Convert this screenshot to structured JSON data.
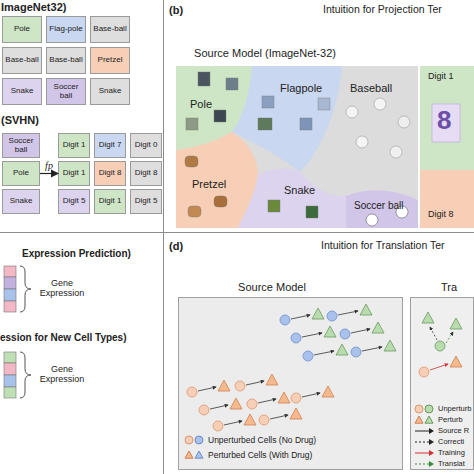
{
  "diagram": {
    "nodes": [
      {
        "text": [
          "ImageNet32)",
          "(SVHN)"
        ]
      },
      {
        "text": [
          "Pole"
        ],
        "in": 0
      },
      {
        "text": [
          "Flag-pole"
        ],
        "in": 0
      },
      {
        "text": [
          "Base-ball"
        ],
        "in": 0
      },
      {
        "text": [
          "Base-ball"
        ],
        "in": 0
      },
      {
        "text": [
          "Base-ball"
        ],
        "in": 0
      },
      {
        "text": [
          "Pretzel"
        ],
        "in": 0
      },
      {
        "text": [
          "Snake"
        ],
        "in": 0
      },
      {
        "text": [
          "Soccer ball"
        ],
        "in": 0
      },
      {
        "text": [
          "Snake"
        ],
        "in": 0
      },
      {
        "text": [
          "Soccer ball"
        ],
        "in": 0
      },
      {
        "text": [
          "Pole"
        ],
        "in": 0
      },
      {
        "text": [
          "Snake"
        ],
        "in": 0
      },
      {
        "text": [
          "Digit 1"
        ],
        "in": 0
      },
      {
        "text": [
          "Digit 7"
        ],
        "in": 0
      },
      {
        "text": [
          "Digit 0"
        ],
        "in": 0
      },
      {
        "text": [
          "Digit 1"
        ],
        "in": 0
      },
      {
        "text": [
          "Digit 8"
        ],
        "in": 0
      },
      {
        "text": [
          "Digit 8"
        ],
        "in": 0
      },
      {
        "text": [
          "Digit 5"
        ],
        "in": 0
      },
      {
        "text": [
          "Digit 1"
        ],
        "in": 0
      },
      {
        "text": [
          "Digit 5"
        ],
        "in": 0
      },
      {
        "text": [
          "(b)",
          "Intuition for Projection Ter"
        ]
      },
      {
        "text": [
          "Expression Prediction)",
          "ession for New Cell Types)"
        ]
      },
      {
        "text": [
          "(d)",
          "Intuition for Translation Ter"
        ]
      },
      {
        "text": [
          "Source Model"
        ],
        "in": 24
      },
      {
        "text": [
          "Tra"
        ],
        "in": 24
      }
    ],
    "edges": [
      {
        "from": 11,
        "to": 16,
        "label": "fp",
        "arrow": "to"
      }
    ],
    "labels": [
      "Source Model (ImageNet-32)",
      "Pole",
      "Flagpole",
      "Baseball",
      "Pretzel",
      "Snake",
      "Soccer ball",
      "Digit 1",
      "8",
      "Digit 8",
      "Gene Expression",
      "Gene Expression"
    ],
    "legend": [
      {
        "text": "Unperturbed Cells (No Drug)"
      },
      {
        "text": "Perturbed Cells (With Drug)"
      },
      {
        "text": "Unperturb"
      },
      {
        "text": "Perturb"
      },
      {
        "text": "Source R"
      },
      {
        "text": "Correcti"
      },
      {
        "text": "Training"
      },
      {
        "text": "Translat"
      }
    ]
  }
}
